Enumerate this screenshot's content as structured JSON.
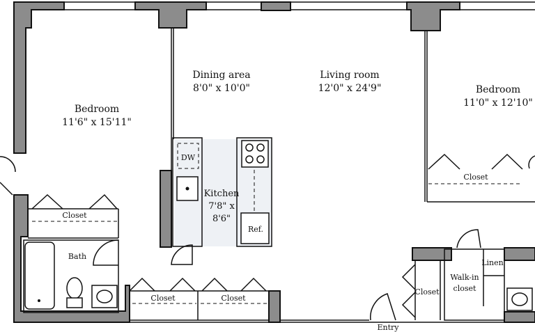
{
  "rooms": {
    "bedroom_left": {
      "name": "Bedroom",
      "size": "11'6\" x 15'11\""
    },
    "dining": {
      "name": "Dining area",
      "size": "8'0\" x 10'0\""
    },
    "living": {
      "name": "Living room",
      "size": "12'0\" x 24'9\""
    },
    "bedroom_right": {
      "name": "Bedroom",
      "size": "11'0\" x 12'10\""
    },
    "kitchen": {
      "name": "Kitchen",
      "size_line1": "7'8\" x",
      "size_line2": "8'6\""
    },
    "bath": {
      "name": "Bath"
    },
    "walkin": {
      "line1": "Walk-in",
      "line2": "closet"
    },
    "linen": {
      "name": "Linen"
    }
  },
  "fixtures": {
    "dishwasher": "DW",
    "refrigerator": "Ref."
  },
  "closets": {
    "bedroom_left": "Closet",
    "bedroom_right": "Closet",
    "hall_1": "Closet",
    "hall_2": "Closet",
    "entry": "Closet"
  },
  "entry": "Entry",
  "colors": {
    "wall_fill": "#8c8c8c",
    "line": "#111111",
    "kitchen_floor": "#eef1f5"
  }
}
